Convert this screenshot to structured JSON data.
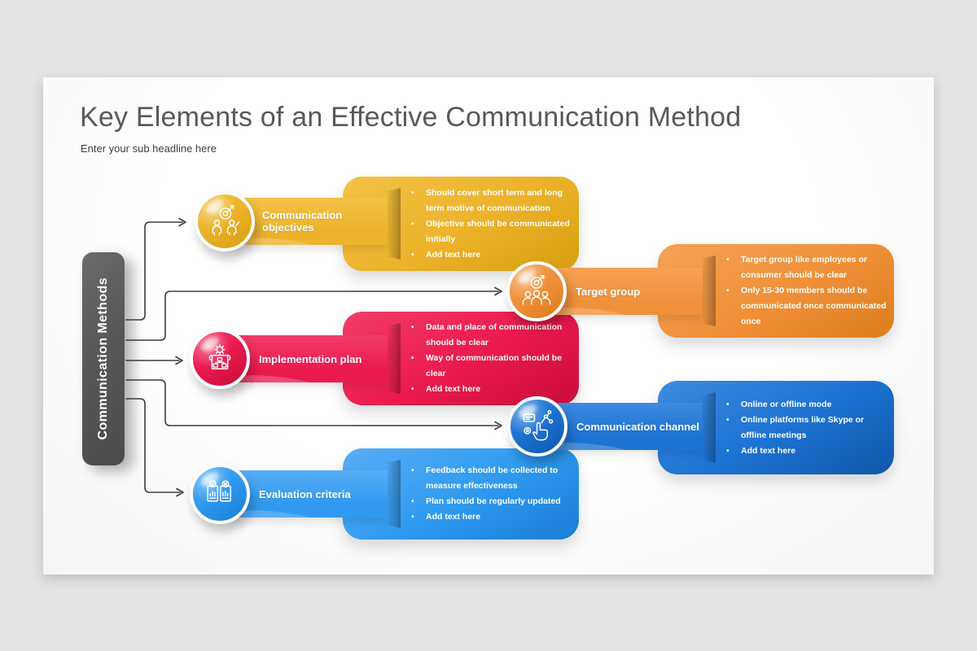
{
  "header": {
    "title": "Key Elements of an Effective Communication Method",
    "subtitle": "Enter your sub headline here"
  },
  "root_node": {
    "label": "Communication Methods",
    "color": "#575757"
  },
  "connector_color": "#3d3d3d",
  "branches": [
    {
      "id": "communication-objectives",
      "label": "Communication objectives",
      "icon": "target-with-people-icon",
      "color": "#ECB32B",
      "bullets": [
        "Should cover short term and long term motive of communication",
        "Objective should be communicated initially",
        "Add text here"
      ]
    },
    {
      "id": "target-group",
      "label": "Target group",
      "icon": "target-audience-icon",
      "color": "#F0913A",
      "bullets": [
        "Target group like employees or consumer should be clear",
        "Only 15-30 members should be communicated once communicated once"
      ]
    },
    {
      "id": "implementation-plan",
      "label": "Implementation plan",
      "icon": "blueprint-gear-icon",
      "color": "#EB1A4E",
      "bullets": [
        "Data and place of communication should be clear",
        "Way of communication should be clear",
        "Add text here"
      ]
    },
    {
      "id": "communication-channel",
      "label": "Communication channel",
      "icon": "channel-selection-icon",
      "color": "#1C73D2",
      "bullets": [
        "Online or offline mode",
        "Online platforms like Skype or offline meetings",
        "Add text here"
      ]
    },
    {
      "id": "evaluation-criteria",
      "label": "Evaluation criteria",
      "icon": "evaluation-documents-icon",
      "color": "#2F9AF0",
      "bullets": [
        "Feedback should be collected to measure effectiveness",
        "Plan should be regularly updated",
        "Add text here"
      ]
    }
  ]
}
